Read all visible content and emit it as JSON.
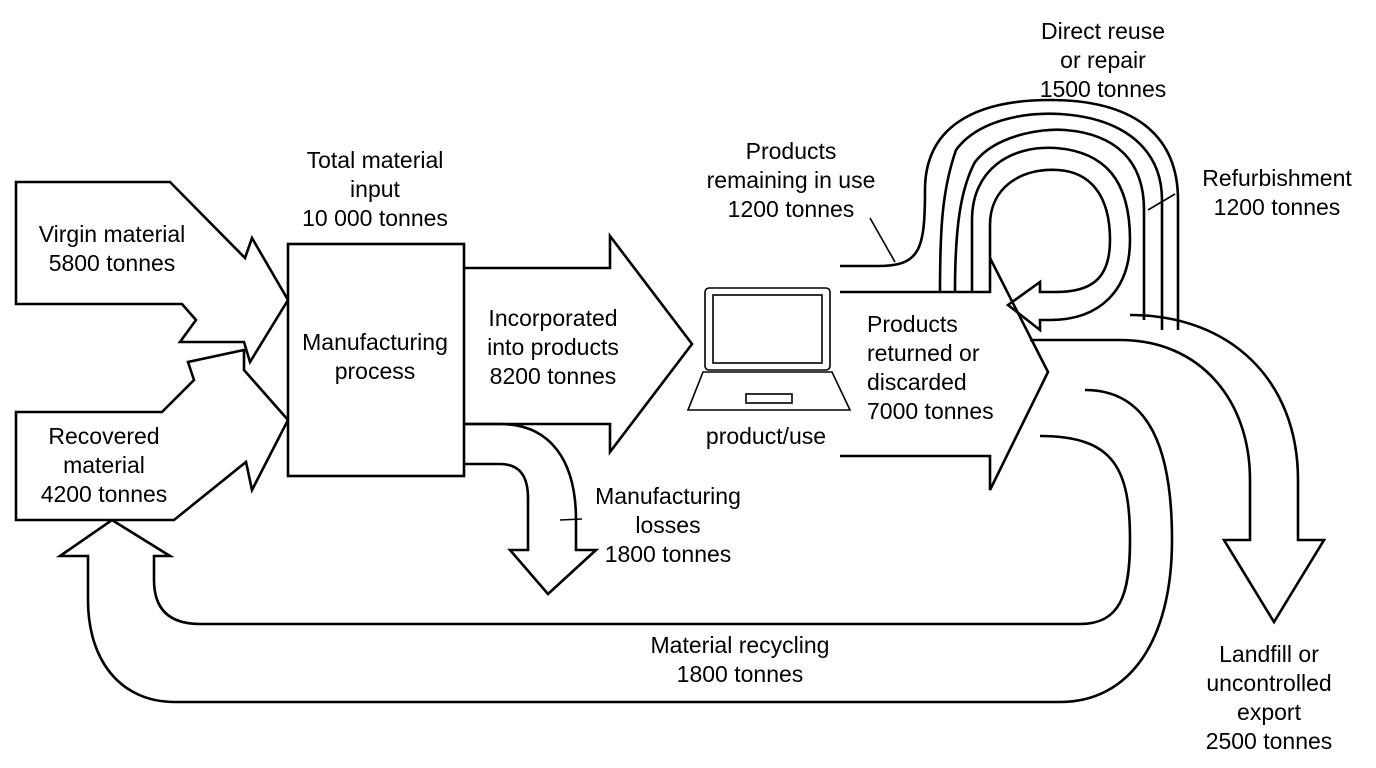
{
  "diagram": {
    "nodes": {
      "virgin_material": {
        "lines": [
          "Virgin material",
          "5800 tonnes"
        ]
      },
      "recovered_material": {
        "lines": [
          "Recovered",
          "material",
          "4200 tonnes"
        ]
      },
      "total_input": {
        "lines": [
          "Total material",
          "input",
          "10 000 tonnes"
        ]
      },
      "manufacturing": {
        "lines": [
          "Manufacturing",
          "process"
        ]
      },
      "incorporated": {
        "lines": [
          "Incorporated",
          "into products",
          "8200 tonnes"
        ]
      },
      "manufacturing_losses": {
        "lines": [
          "Manufacturing",
          "losses",
          "1800 tonnes"
        ]
      },
      "product_use": {
        "lines": [
          "product/use"
        ]
      },
      "products_remaining": {
        "lines": [
          "Products",
          "remaining in use",
          "1200 tonnes"
        ]
      },
      "products_returned": {
        "lines": [
          "Products",
          "returned or",
          "discarded",
          "7000 tonnes"
        ]
      },
      "direct_reuse": {
        "lines": [
          "Direct reuse",
          "or repair",
          "1500 tonnes"
        ]
      },
      "refurbishment": {
        "lines": [
          "Refurbishment",
          "1200 tonnes"
        ]
      },
      "landfill": {
        "lines": [
          "Landfill or",
          "uncontrolled",
          "export",
          "2500 tonnes"
        ]
      },
      "material_recycling": {
        "lines": [
          "Material recycling",
          "1800 tonnes"
        ]
      }
    }
  }
}
